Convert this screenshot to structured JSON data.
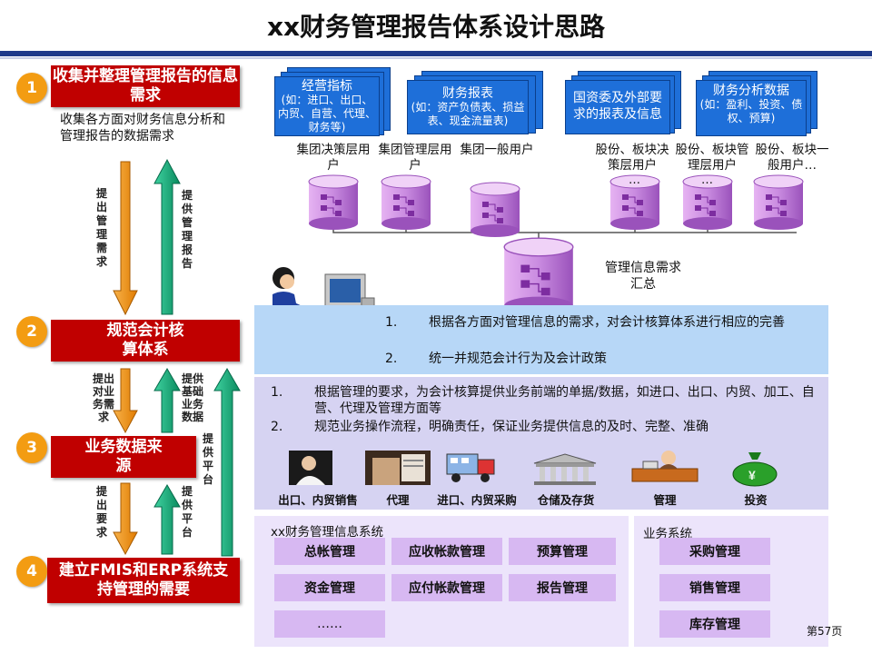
{
  "title": "xx财务管理报告体系设计思路",
  "steps": [
    {
      "num": "1",
      "label": "收集并整理管理报告的信息需求",
      "desc": "收集各方面对财务信息分析和管理报告的数据需求"
    },
    {
      "num": "2",
      "label": "规范会计核算体系"
    },
    {
      "num": "3",
      "label": "业务数据来源"
    },
    {
      "num": "4",
      "label": "建立FMIS和ERP系统支持管理的需要"
    }
  ],
  "arrows": {
    "a1_down": "提出管理需求",
    "a1_up": "提供管理报告",
    "a2_down": "提出对业务需求",
    "a2_up": "提供基础业务数据",
    "platform_long": "提供平台",
    "a3_down": "提出要求",
    "a3_up": "提供平台"
  },
  "documents": [
    {
      "title": "经营指标",
      "sub": "(如：进口、出口、内贸、自营、代理、财务等)"
    },
    {
      "title": "财务报表",
      "sub": "(如：资产负债表、损益表、现金流量表)"
    },
    {
      "title": "国资委及外部要求的报表及信息",
      "sub": ""
    },
    {
      "title": "财务分析数据",
      "sub": "(如：盈利、投资、债权、预算)"
    }
  ],
  "users": [
    "集团决策层用户",
    "集团管理层用户",
    "集团一般用户",
    "股份、板块决策层用户",
    "股份、板块管理层用户",
    "股份、板块一般用户…"
  ],
  "db_dots": "…",
  "central_db": "管理信息需求汇总",
  "panel1": {
    "items": [
      {
        "n": "1.",
        "text": "根据各方面对管理信息的需求，对会计核算体系进行相应的完善"
      },
      {
        "n": "2.",
        "text": "统一并规范会计行为及会计政策"
      }
    ]
  },
  "panel2": {
    "items": [
      {
        "n": "1.",
        "text": "根据管理的要求，为会计核算提供业务前端的单据/数据，如进口、出口、内贸、加工、自营、代理及管理方面等"
      },
      {
        "n": "2.",
        "text": "规范业务操作流程，明确责任，保证业务提供信息的及时、完整、准确"
      }
    ]
  },
  "biz_icons": [
    "出口、内贸销售",
    "代理",
    "进口、内贸采购",
    "仓储及存货",
    "管理",
    "投资"
  ],
  "fmis": {
    "title": "xx财务管理信息系统",
    "modules": [
      "总帐管理",
      "应收帐款管理",
      "预算管理",
      "资金管理",
      "应付帐款管理",
      "报告管理",
      "……"
    ]
  },
  "biz_system": {
    "title": "业务系统",
    "modules": [
      "采购管理",
      "销售管理",
      "库存管理"
    ]
  },
  "page_num": "第57页",
  "colors": {
    "red": "#c00000",
    "orange": "#f39c12",
    "blue_doc": "#1e6fd9",
    "db_purple": "#c67ee0",
    "title_bar": "#1f3a8a"
  }
}
